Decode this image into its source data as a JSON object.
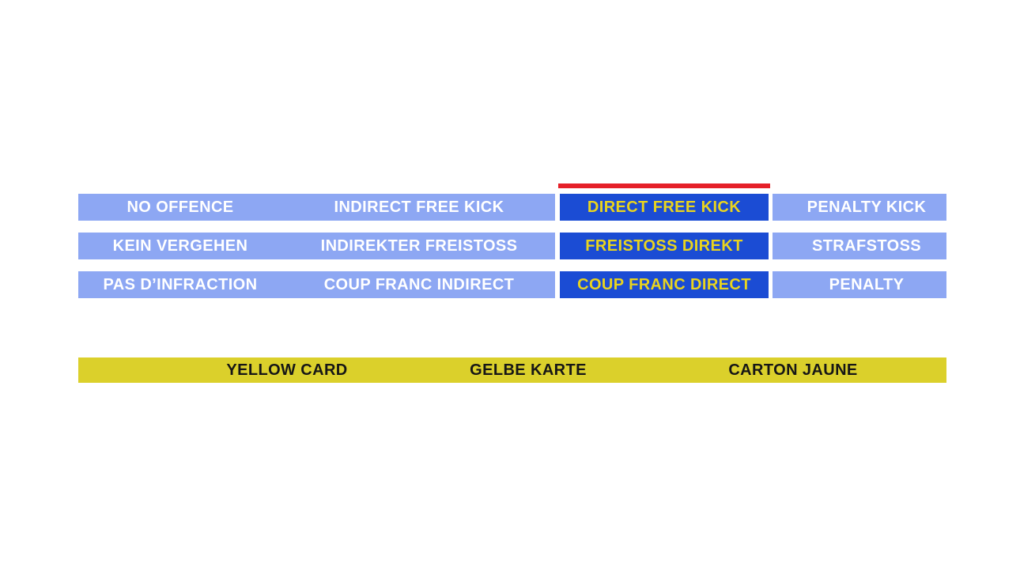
{
  "colors": {
    "light_blue": "#8DA7F3",
    "dark_blue": "#1B4CD4",
    "red": "#E52029",
    "yellow_bar": "#DBD02B",
    "yellow_text": "#E9D41E",
    "white_text": "#FFFFFF",
    "black_text": "#161616"
  },
  "selection": {
    "selected_option": "DIRECT FREE KICK",
    "indicator_color": "#E52029"
  },
  "grid": {
    "rows": [
      {
        "language": "english",
        "cells": [
          {
            "label": "NO OFFENCE",
            "selected": false
          },
          {
            "label": "INDIRECT FREE KICK",
            "selected": false
          },
          {
            "label": "DIRECT FREE KICK",
            "selected": true
          },
          {
            "label": "PENALTY KICK",
            "selected": false
          }
        ]
      },
      {
        "language": "german",
        "cells": [
          {
            "label": "KEIN VERGEHEN",
            "selected": false
          },
          {
            "label": "INDIREKTER FREISTOSS",
            "selected": false
          },
          {
            "label": "FREISTOSS DIREKT",
            "selected": true
          },
          {
            "label": "STRAFSTOSS",
            "selected": false
          }
        ]
      },
      {
        "language": "french",
        "cells": [
          {
            "label": "PAS D’INFRACTION",
            "selected": false
          },
          {
            "label": "COUP FRANC INDIRECT",
            "selected": false
          },
          {
            "label": "COUP FRANC DIRECT",
            "selected": true
          },
          {
            "label": "PENALTY",
            "selected": false
          }
        ]
      }
    ]
  },
  "card_bar": {
    "labels": [
      "YELLOW CARD",
      "GELBE KARTE",
      "CARTON JAUNE"
    ]
  }
}
